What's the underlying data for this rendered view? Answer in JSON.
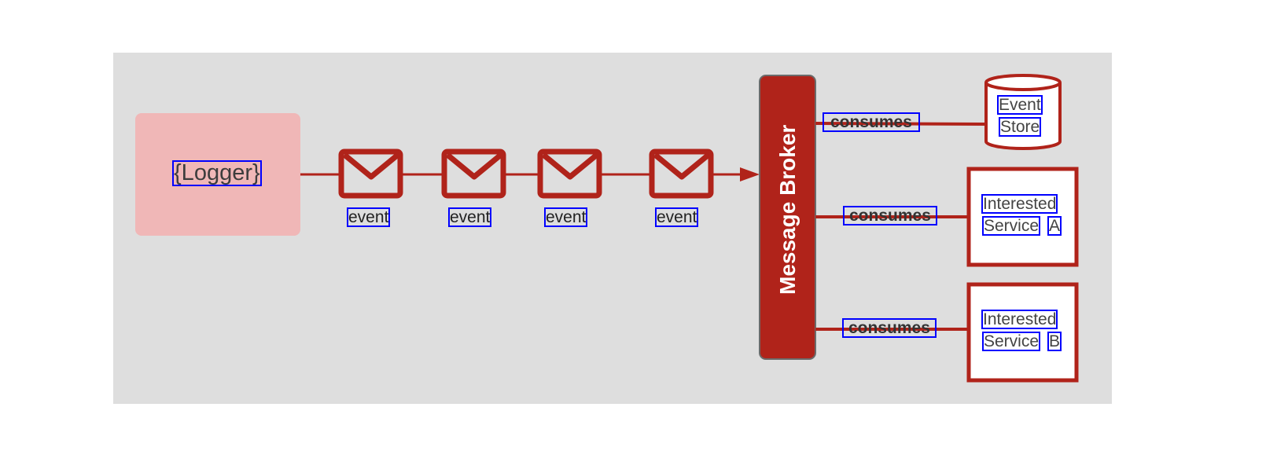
{
  "diagram": {
    "producer": {
      "label": "{Logger}"
    },
    "events": [
      {
        "label": "event",
        "icon": "envelope-icon"
      },
      {
        "label": "event",
        "icon": "envelope-icon"
      },
      {
        "label": "event",
        "icon": "envelope-icon"
      },
      {
        "label": "event",
        "icon": "envelope-icon"
      }
    ],
    "broker": {
      "label": "Message Broker"
    },
    "consumers": [
      {
        "edge_label": "consumes",
        "line1": "Event",
        "line2": "Store",
        "shape": "cylinder"
      },
      {
        "edge_label": "consumes",
        "line1": "Interested",
        "line2a": "Service",
        "line2b": "A",
        "shape": "box"
      },
      {
        "edge_label": "consumes",
        "line1": "Interested",
        "line2a": "Service",
        "line2b": "B",
        "shape": "box"
      }
    ],
    "colors": {
      "background": "#dedede",
      "accent": "#b0231a",
      "producer_fill": "#f0b7b7",
      "ocr_box": "#0000ff"
    }
  }
}
